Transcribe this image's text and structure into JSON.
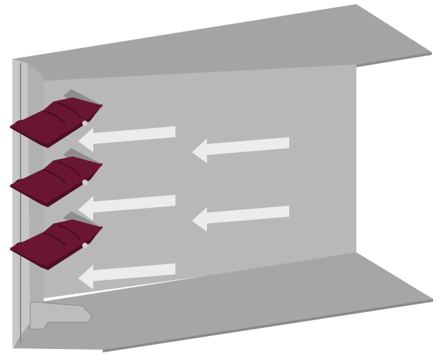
{
  "diagram": {
    "subject": "louvered-channel-airflow",
    "louver_count": 3,
    "flow_direction": "right-to-left",
    "colors": {
      "background": "#ffffff",
      "back_wall": "#b8b8b8",
      "top_panel": "#a4a4a4",
      "bottom_panel": "#a6a6a6",
      "front_frame": "#c7c7c7",
      "louver_blade": "#6b1630",
      "louver_blade_dark": "#4e0f22",
      "louver_bracket": "#8e8e8e",
      "flow_arrow": "#ececec",
      "edge_line": "#7a7a7a"
    },
    "arrows": [
      {
        "row": 1,
        "column": "left"
      },
      {
        "row": 1,
        "column": "right"
      },
      {
        "row": 2,
        "column": "left"
      },
      {
        "row": 2,
        "column": "right"
      },
      {
        "row": 3,
        "column": "left"
      }
    ]
  }
}
